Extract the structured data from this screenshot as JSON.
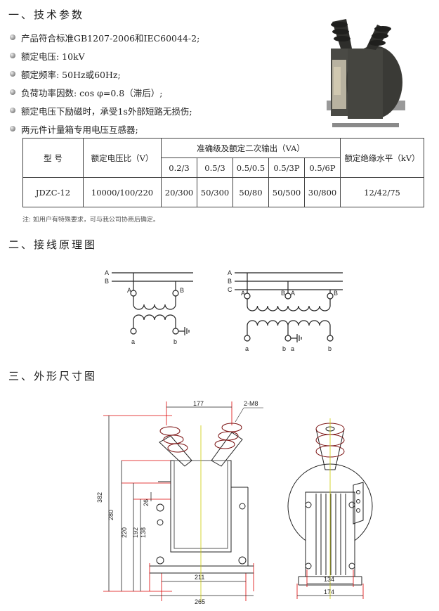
{
  "sections": {
    "s1": "一、技术参数",
    "s2": "二、接线原理图",
    "s3": "三、外形尺寸图"
  },
  "specs": [
    "产品符合标准GB1207-2006和IEC60044-2;",
    "额定电压: 10kV",
    "额定频率: 50Hz或60Hz;",
    "负荷功率因数: cos φ=0.8（滞后）;",
    "额定电压下励磁时，承受1s外部短路无损伤;",
    "两元件计量箱专用电压互感器;"
  ],
  "table": {
    "h_model": "型  号",
    "h_ratio": "额定电压比（V）",
    "h_acc": "准确级及额定二次输出（VA）",
    "h_ins": "额定绝缘水平（kV）",
    "acc_classes": [
      "0.2/3",
      "0.5/3",
      "0.5/0.5",
      "0.5/3P",
      "0.5/6P"
    ],
    "row": {
      "model": "JDZC-12",
      "ratio": "10000/100/220",
      "values": [
        "20/300",
        "50/300",
        "50/80",
        "50/500",
        "30/800"
      ],
      "ins": "12/42/75"
    }
  },
  "note": "注: 如用户有特殊要求，可与我公司协商后确定。",
  "wiring": {
    "left": {
      "lines": [
        "A",
        "B"
      ],
      "primary": [
        "A",
        "B"
      ],
      "secondary": [
        "a",
        "b"
      ]
    },
    "right": {
      "lines": [
        "A",
        "B",
        "C"
      ],
      "primary": [
        "A",
        "B",
        "B",
        "A"
      ],
      "secondary": [
        "a",
        "b",
        "b",
        "a"
      ]
    }
  },
  "dimensions": {
    "top_width": "177",
    "bolt": "2-M8",
    "height_total": "382",
    "h280": "280",
    "h220": "220",
    "h192": "192",
    "h138": "138",
    "h26": "26",
    "base_inner": "211",
    "base_outer": "265",
    "side_inner": "134",
    "side_outer": "174"
  }
}
